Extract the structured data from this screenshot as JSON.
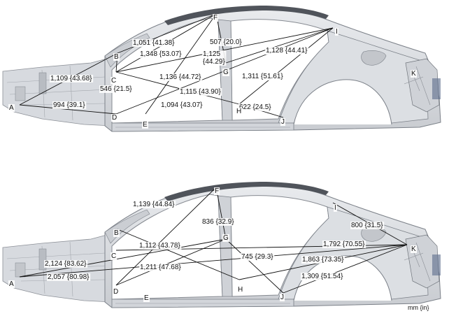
{
  "units_label": "mm {in}",
  "upper": {
    "points": [
      "A",
      "B",
      "C",
      "D",
      "E",
      "F",
      "G",
      "H",
      "I",
      "J",
      "K"
    ],
    "measurements": [
      {
        "from": "B",
        "to": "F",
        "label": "1,051 {41.38}"
      },
      {
        "from": "C",
        "to": "F",
        "label": "1,348 {53.07}"
      },
      {
        "from": "F",
        "to": "G",
        "label": "507 {20.0}"
      },
      {
        "from": "C",
        "to": "I",
        "label": "1,125 {44.29}"
      },
      {
        "from": "G",
        "to": "I",
        "label": "1,128 {44.41}"
      },
      {
        "from": "A",
        "to": "B",
        "label": "1,109 {43.68}"
      },
      {
        "from": "B",
        "to": "C",
        "label": "546 {21.5}"
      },
      {
        "from": "E",
        "to": "F",
        "label": "1,136 {44.72}"
      },
      {
        "from": "H",
        "to": "I",
        "label": "1,311 {51.61}"
      },
      {
        "from": "C",
        "to": "H",
        "label": "1,115 {43.90}"
      },
      {
        "from": "A",
        "to": "D",
        "label": "994 {39.1}"
      },
      {
        "from": "D",
        "to": "I",
        "label": "1,094 {43.07}"
      },
      {
        "from": "H",
        "to": "J",
        "label": "622 {24.5}"
      }
    ]
  },
  "lower": {
    "points": [
      "A",
      "B",
      "C",
      "D",
      "E",
      "F",
      "G",
      "H",
      "I",
      "J",
      "K"
    ],
    "measurements": [
      {
        "from": "D",
        "to": "F",
        "label": "1,139 {44.84}"
      },
      {
        "from": "F",
        "to": "G",
        "label": "836 {32.9}"
      },
      {
        "from": "B",
        "to": "H",
        "label": "1,112 {43.78}"
      },
      {
        "from": "I",
        "to": "K",
        "label": "800 {31.5}"
      },
      {
        "from": "C",
        "to": "K",
        "label": "1,792 {70.55}"
      },
      {
        "from": "A",
        "to": "G",
        "label": "2,124 {83.62}"
      },
      {
        "from": "G",
        "to": "J",
        "label": "745 {29.3}"
      },
      {
        "from": "D",
        "to": "G",
        "label": "1,211 {47.68}"
      },
      {
        "from": "H",
        "to": "K",
        "label": "1,863 {73.35}"
      },
      {
        "from": "A",
        "to": "K",
        "label": "2,057 {80.98}"
      },
      {
        "from": "J",
        "to": "K",
        "label": "1,309 {51.54}"
      }
    ]
  }
}
